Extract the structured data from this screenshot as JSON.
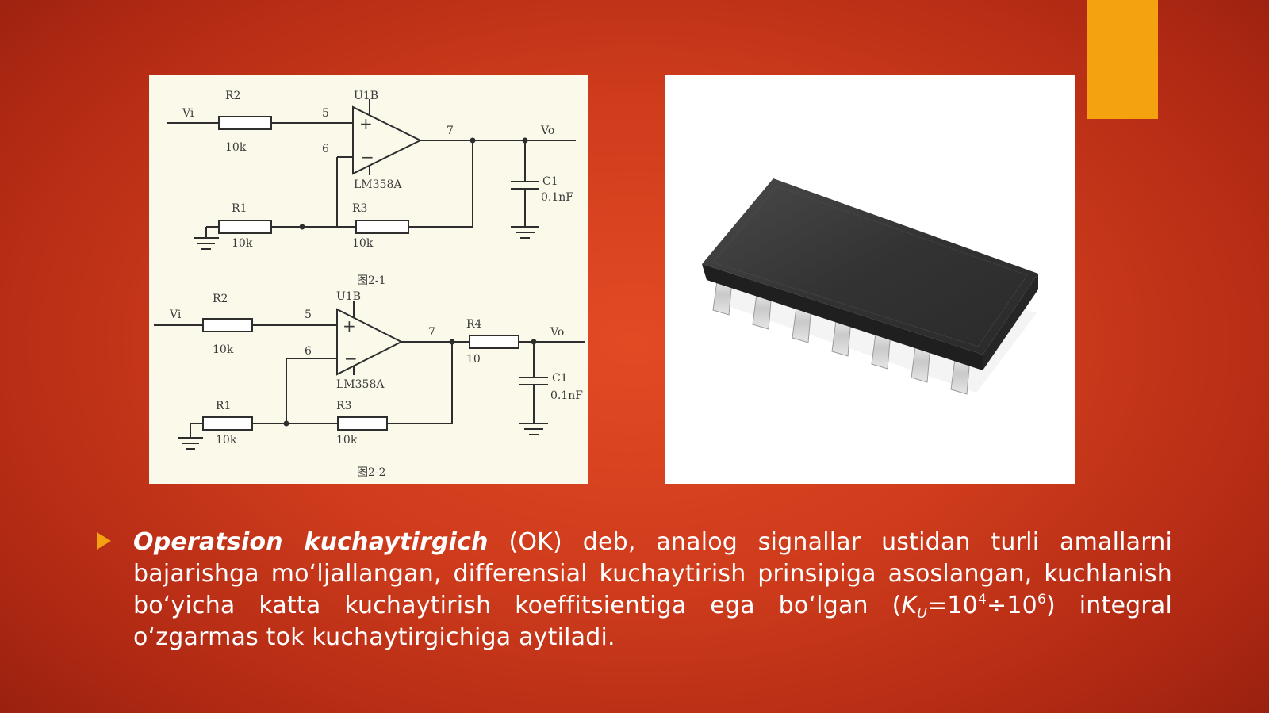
{
  "slide": {
    "accent_color": "#f4a20f",
    "background_color": "#d8421f"
  },
  "schematic": {
    "diagram1": {
      "input": "Vi",
      "r2": "R2",
      "r2_val": "10k",
      "pin5": "5",
      "unit": "U1B",
      "pin6": "6",
      "chip": "LM358A",
      "pin7": "7",
      "output": "Vo",
      "c1": "C1",
      "c1_val": "0.1nF",
      "r1": "R1",
      "r1_val": "10k",
      "r3": "R3",
      "r3_val": "10k",
      "caption": "图2-1"
    },
    "diagram2": {
      "input": "Vi",
      "r2": "R2",
      "r2_val": "10k",
      "pin5": "5",
      "unit": "U1B",
      "pin6": "6",
      "chip": "LM358A",
      "pin7": "7",
      "r4": "R4",
      "r4_val": "10",
      "output": "Vo",
      "c1": "C1",
      "c1_val": "0.1nF",
      "r1": "R1",
      "r1_val": "10k",
      "r3": "R3",
      "r3_val": "10k",
      "caption": "图2-2"
    }
  },
  "photo": {
    "subject": "soic-14-chip"
  },
  "bullet": {
    "term": "Operatsion kuchaytirgich",
    "text1": " (OK) deb, analog signallar ustidan turli amallarni bajarishga mo‘ljallangan, differensial kuchaytirish prinsipiga asoslangan, kuchlanish bo‘yicha katta kuchaytirish koeffitsientiga ega bo‘lgan (",
    "k": "K",
    "k_sub": "U",
    "eq": "=10",
    "exp1": "4",
    "div": "÷10",
    "exp2": "6",
    "text2": ") integral o‘zgarmas tok kuchaytirgichiga aytiladi."
  }
}
